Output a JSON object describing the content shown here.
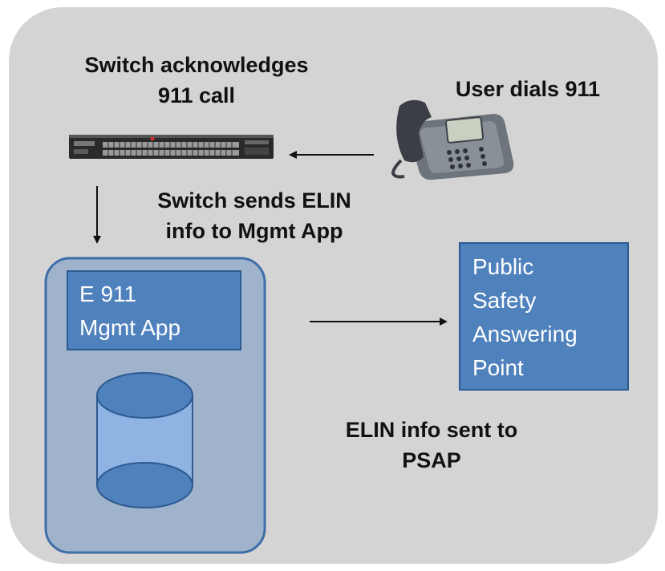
{
  "colors": {
    "panel": "#d4d4d4",
    "panel_border": "#ffffff",
    "app_container": "#9fb3cc",
    "app_container_border": "#3f6ea8",
    "box_fill": "#4f81bd",
    "box_border": "#2d5a91",
    "cylinder_body": "#8fb4e3",
    "cylinder_top": "#4f81bd",
    "arrow": "#111111",
    "text": "#111111",
    "box_text": "#ffffff"
  },
  "labels": {
    "switch_ack_line1": "Switch acknowledges",
    "switch_ack_line2": "911 call",
    "user_dials": "User dials 911",
    "switch_sends_line1": "Switch sends ELIN",
    "switch_sends_line2": "info to Mgmt App",
    "elin_sent_line1": "ELIN info sent to",
    "elin_sent_line2": "PSAP"
  },
  "mgmt_app": {
    "line1": "E 911",
    "line2": "Mgmt App"
  },
  "psap": {
    "lines": [
      "Public",
      "Safety",
      "Answering",
      "Point"
    ]
  },
  "icons": {
    "switch": "network-switch-icon",
    "phone": "desk-phone-icon",
    "database": "database-cylinder-icon"
  }
}
